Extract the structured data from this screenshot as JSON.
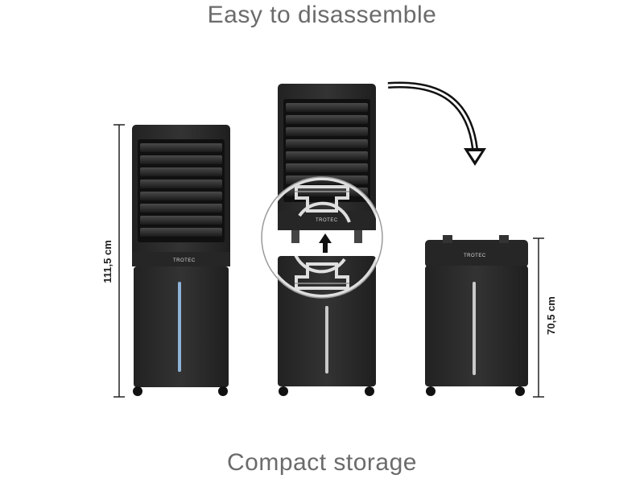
{
  "top_caption": "Easy to disassemble",
  "bottom_caption": "Compact storage",
  "full_height_label": "111,5 cm",
  "compact_height_label": "70,5 cm",
  "brand_label": "TROTEC",
  "icons": [
    "rotate-arrow-icon",
    "curved-arrow-icon",
    "up-arrow-icon",
    "disassemble-symbol-icon"
  ],
  "colors": {
    "unit_body": "#2b2b2b",
    "unit_dark": "#1c1c1c",
    "accent_light": "#8fb3d9",
    "caption": "#6b6b6b"
  }
}
